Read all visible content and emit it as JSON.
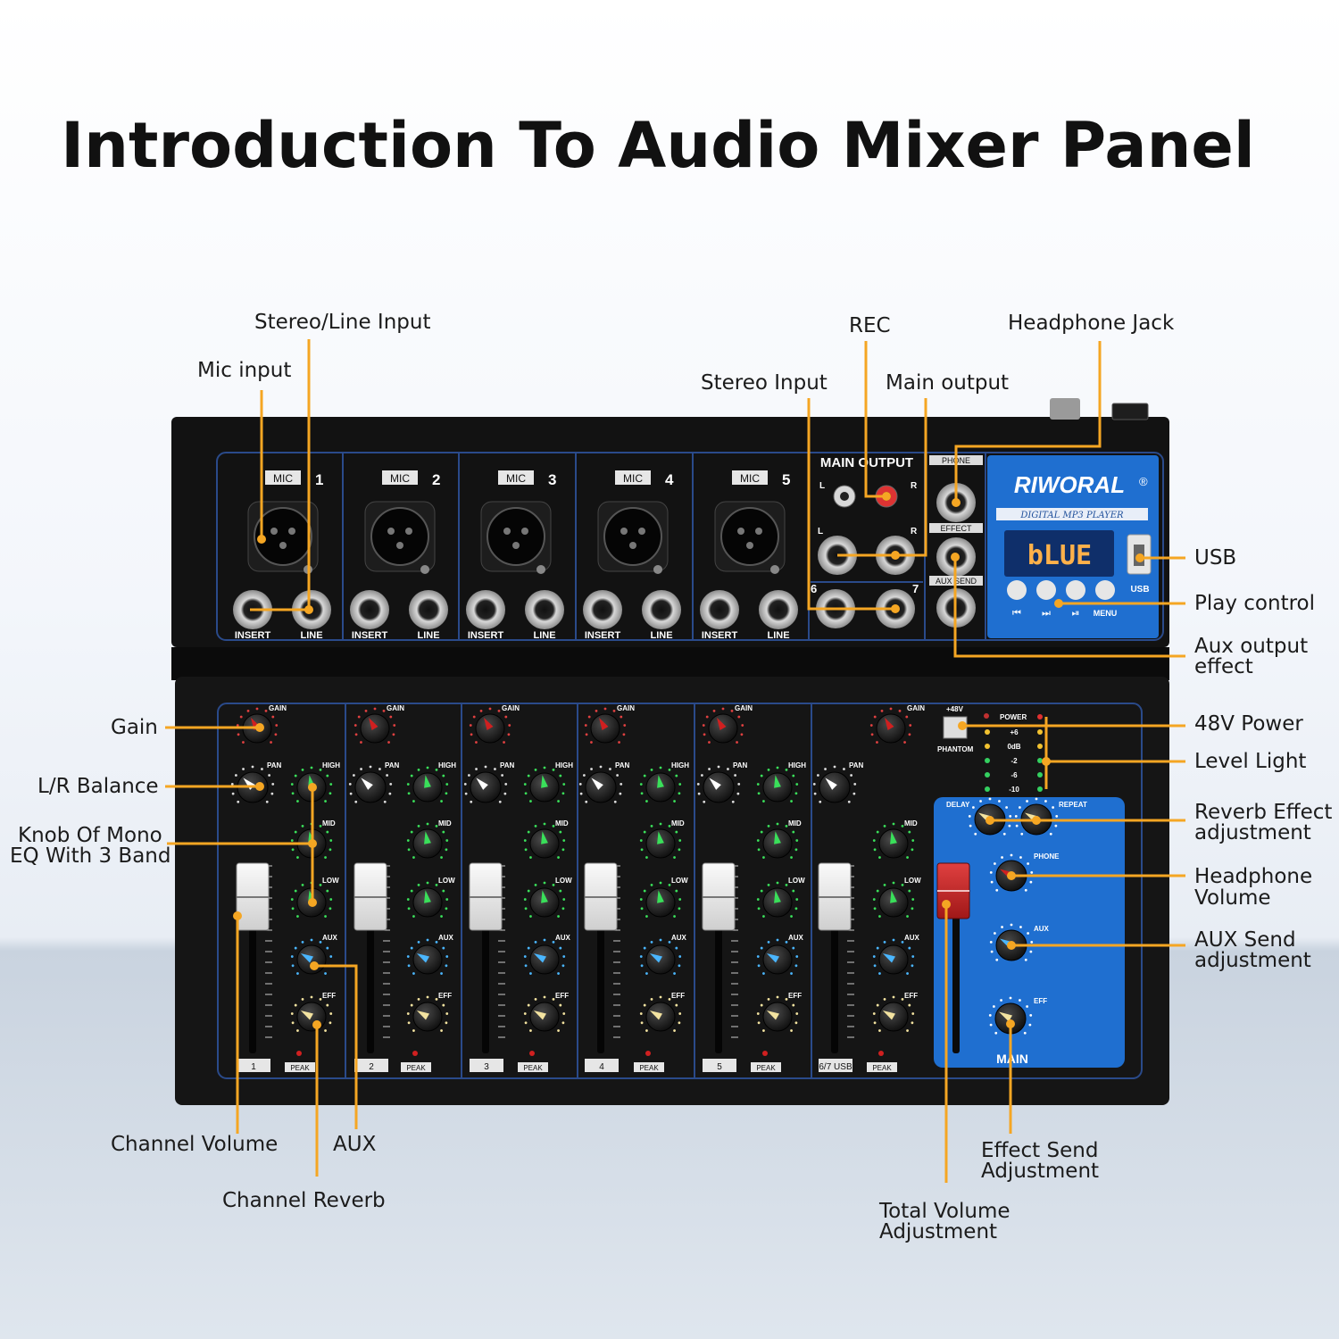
{
  "title": "Introduction To Audio Mixer Panel",
  "brand": "RIWORAL",
  "brand_mark": "®",
  "brand_sub": "DIGITAL MP3 PLAYER",
  "display_text": "bLUE",
  "colors": {
    "leader": "#f5a623",
    "panel": "#141414",
    "blue_panel": "#1f6fd0",
    "border_line": "#2a4a8a"
  },
  "callouts": {
    "stereo_line_input": "Stereo/Line Input",
    "mic_input": "Mic input",
    "rec": "REC",
    "headphone_jack": "Headphone Jack",
    "stereo_input": "Stereo Input",
    "main_output": "Main output",
    "usb": "USB",
    "play_control": "Play control",
    "aux_output_effect_1": "Aux output",
    "aux_output_effect_2": "effect",
    "gain": "Gain",
    "power_48v": "48V Power",
    "lr_balance": "L/R Balance",
    "level_light": "Level Light",
    "mono_eq_1": "Knob Of Mono",
    "mono_eq_2": "EQ With 3 Band",
    "reverb_effect_1": "Reverb Effect",
    "reverb_effect_2": "adjustment",
    "headphone_volume_1": "Headphone",
    "headphone_volume_2": "Volume",
    "aux_send_1": "AUX Send",
    "aux_send_2": "adjustment",
    "channel_volume": "Channel Volume",
    "aux": "AUX",
    "channel_reverb": "Channel Reverb",
    "effect_send_1": "Effect Send",
    "effect_send_2": "Adjustment",
    "total_volume_1": "Total Volume",
    "total_volume_2": "Adjustment"
  },
  "panel_marks": {
    "mic": "MIC",
    "insert": "INSERT",
    "line": "LINE",
    "main_output": "MAIN OUTPUT",
    "l": "L",
    "r": "R",
    "phone": "PHONE",
    "effect": "EFFECT",
    "aux_send": "AUX SEND",
    "usb": "USB",
    "menu": "MENU",
    "gain": "GAIN",
    "pan": "PAN",
    "high": "HIGH",
    "mid": "MID",
    "low": "LOW",
    "aux": "AUX",
    "eff": "EFF",
    "peak": "PEAK",
    "phantom": "PHANTOM",
    "v48": "+48V",
    "power": "POWER",
    "delay": "DELAY",
    "repeat": "REPEAT",
    "phone_knob": "PHONE",
    "main": "MAIN",
    "ch6": "6",
    "ch7": "7",
    "lvl_plus6": "+6",
    "lvl_0db": "0dB",
    "lvl_m2": "-2",
    "lvl_m6": "-6",
    "lvl_m10": "-10"
  },
  "channels": [
    "1",
    "2",
    "3",
    "4",
    "5"
  ],
  "fader_labels": [
    "1",
    "2",
    "3",
    "4",
    "5",
    "6/7 USB"
  ]
}
